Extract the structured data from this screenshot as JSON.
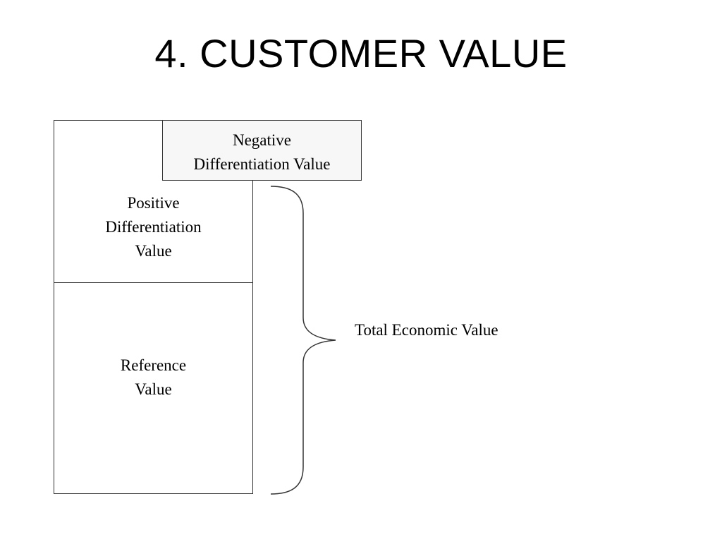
{
  "slide": {
    "title": "4. CUSTOMER VALUE"
  },
  "diagram": {
    "negative_differentiation_value": "Negative\nDifferentiation Value",
    "positive_differentiation_value": "Positive\nDifferentiation\nValue",
    "reference_value": "Reference\nValue",
    "total_economic_value": "Total Economic Value"
  },
  "colors": {
    "line": "#333333",
    "negative_box_fill": "#f7f7f7",
    "text": "#000000"
  }
}
